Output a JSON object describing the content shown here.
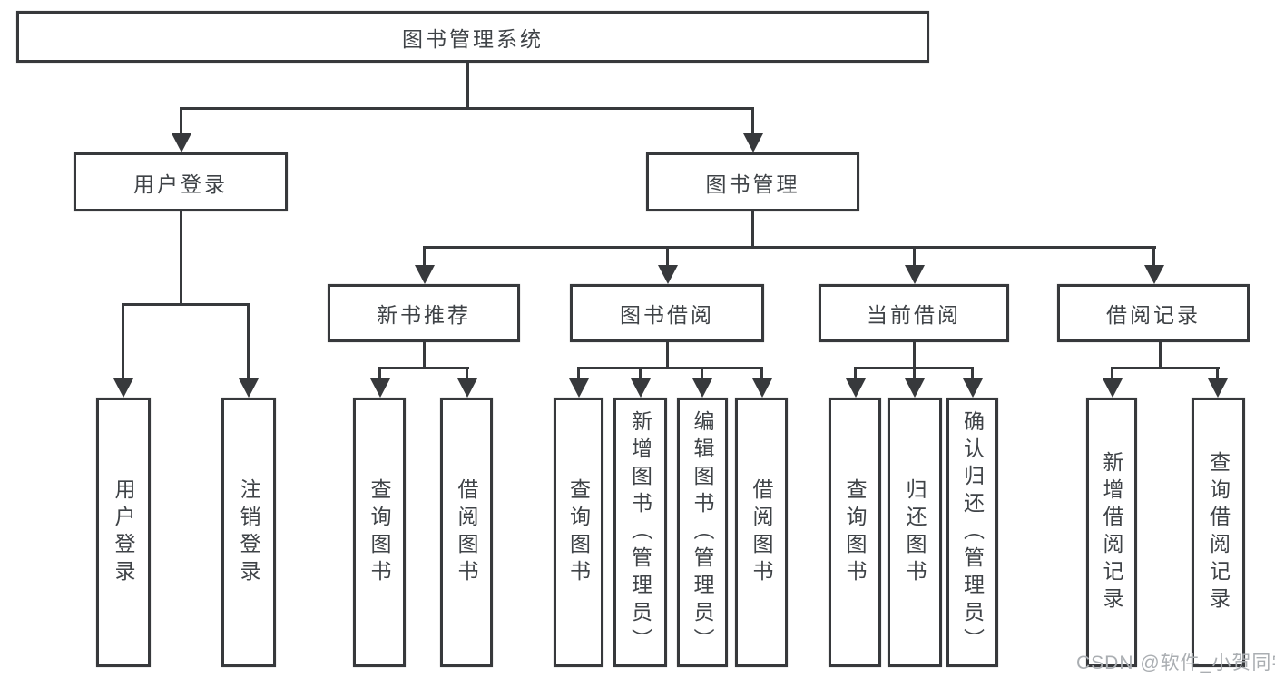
{
  "diagram": {
    "title": {
      "label": "图书管理系统"
    },
    "level2": [
      {
        "label": "用户登录"
      },
      {
        "label": "图书管理"
      }
    ],
    "level3": [
      {
        "label": "新书推荐"
      },
      {
        "label": "图书借阅"
      },
      {
        "label": "当前借阅"
      },
      {
        "label": "借阅记录"
      }
    ],
    "leaves": {
      "user_login": [
        {
          "label": "用户登录"
        },
        {
          "label": "注销登录"
        }
      ],
      "new_book": [
        {
          "label": "查询图书"
        },
        {
          "label": "借阅图书"
        }
      ],
      "book_borrow": [
        {
          "label": "查询图书"
        },
        {
          "label": "新增图书（管理员）"
        },
        {
          "label": "编辑图书（管理员）"
        },
        {
          "label": "借阅图书"
        }
      ],
      "current_borrow": [
        {
          "label": "查询图书"
        },
        {
          "label": "归还图书"
        },
        {
          "label": "确认归还（管理员）"
        }
      ],
      "borrow_record": [
        {
          "label": "新增借阅记录"
        },
        {
          "label": "查询借阅记录"
        }
      ]
    },
    "watermark": "CSDN @软件_小贺同学",
    "colors": {
      "line": "#37393c",
      "text": "#3f4347",
      "background": "#ffffff",
      "watermark": "#aaaeb2"
    }
  }
}
